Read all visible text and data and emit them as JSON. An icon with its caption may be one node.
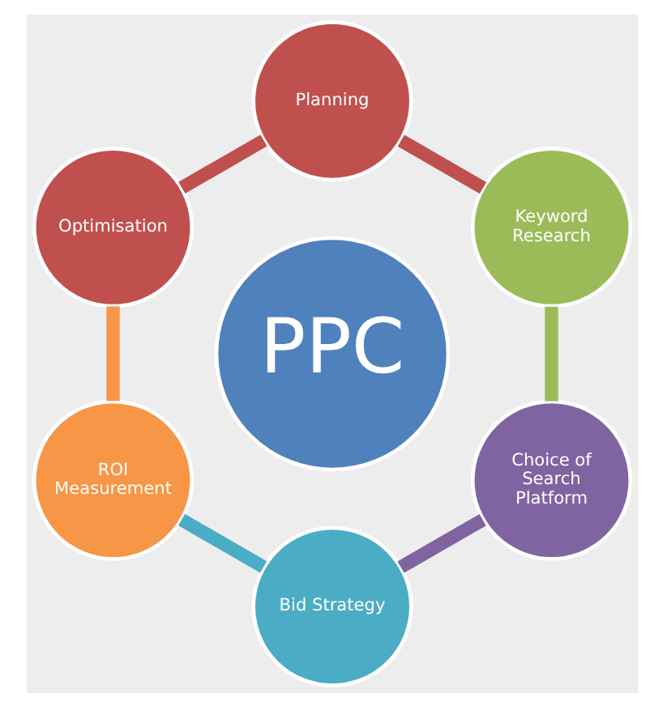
{
  "diagram": {
    "nodes": [
      {
        "text": [
          "Planning"
        ]
      },
      {
        "text": [
          "Optimisation"
        ]
      },
      {
        "text": [
          "Keyword Research"
        ]
      },
      {
        "text": [
          "PPC"
        ]
      },
      {
        "text": [
          "ROI Measurement"
        ]
      },
      {
        "text": [
          "Choice of Search Platform"
        ]
      },
      {
        "text": [
          "Bid Strategy"
        ]
      }
    ],
    "edges": [
      {
        "from": 0,
        "to": 2,
        "arrow": "none",
        "color": "#c0504d"
      },
      {
        "from": 2,
        "to": 5,
        "arrow": "none",
        "color": "#9bbb59"
      },
      {
        "from": 5,
        "to": 6,
        "arrow": "none",
        "color": "#8064a2"
      },
      {
        "from": 6,
        "to": 4,
        "arrow": "none",
        "color": "#4bacc6"
      },
      {
        "from": 4,
        "to": 1,
        "arrow": "none",
        "color": "#f79646"
      },
      {
        "from": 1,
        "to": 0,
        "arrow": "none",
        "color": "#c0504d"
      }
    ]
  }
}
